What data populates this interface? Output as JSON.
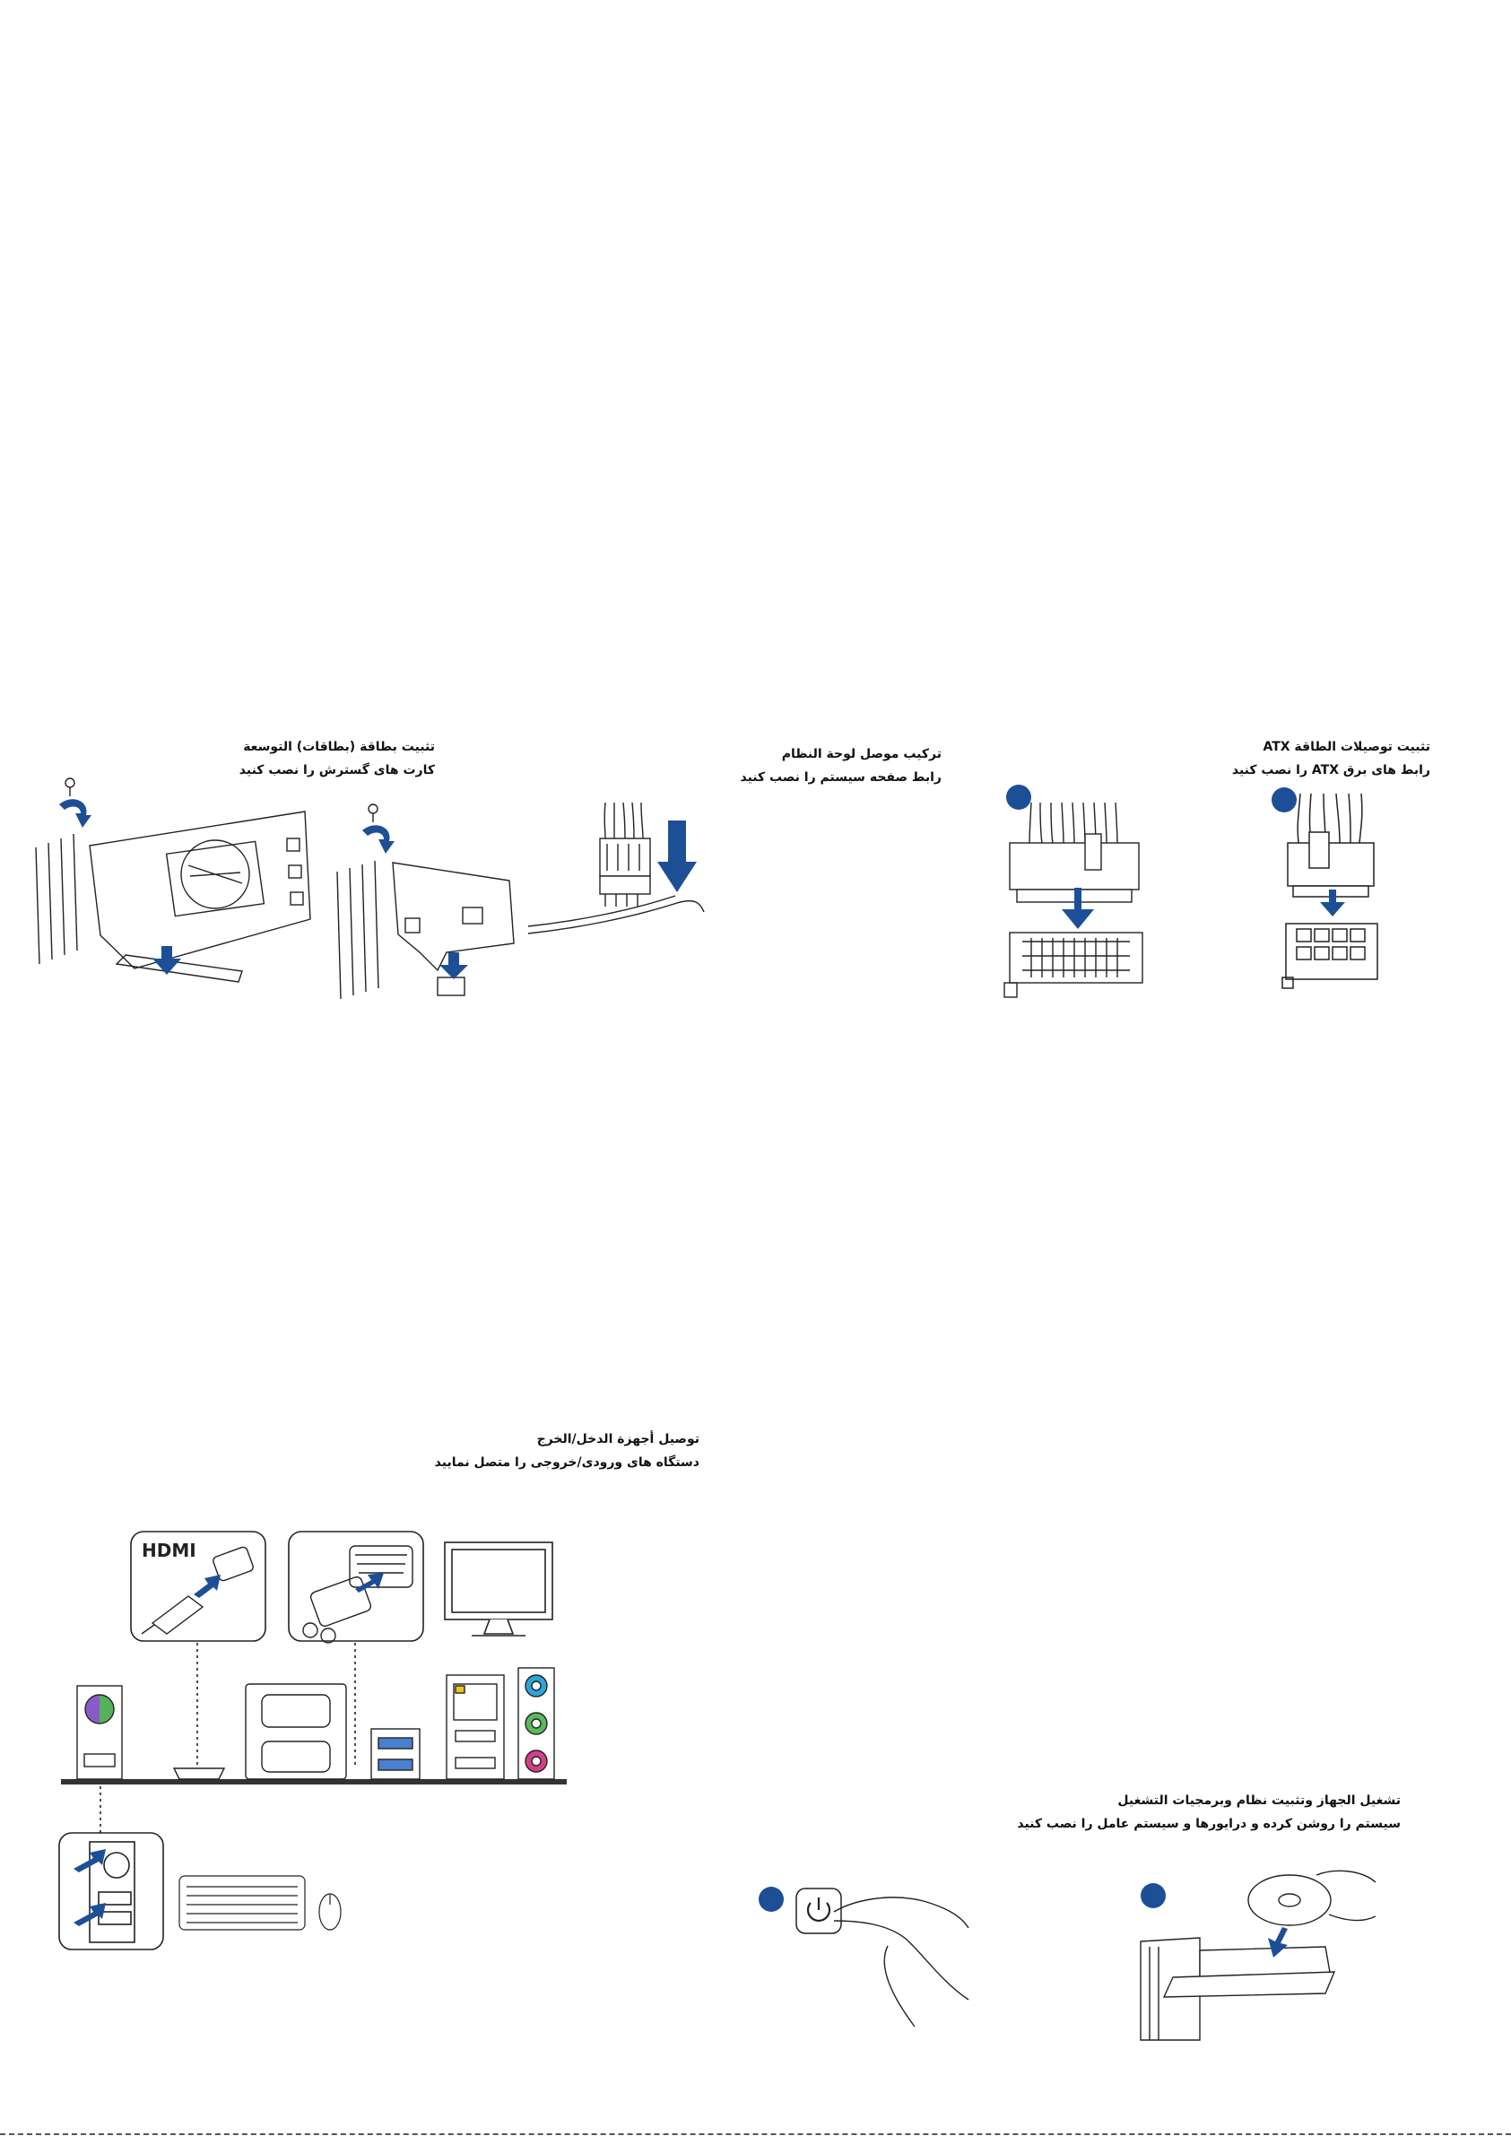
{
  "sections": {
    "atx_power": {
      "title": "تثبيت توصيلات الطاقة ATX",
      "subtitle": "رابط های برق ATX را نصب کنید"
    },
    "panel_connector": {
      "title": "تركيب موصل لوحة النظام",
      "subtitle": "رابط صفحه سیستم را نصب کنید"
    },
    "expansion_cards": {
      "title": "تثبيت بطاقة (بطاقات) التوسعة",
      "subtitle": "کارت های گسترش را نصب کنید"
    },
    "io_devices": {
      "title": "توصيل أجهزة الدخل/الخرج",
      "subtitle": "دستگاه های ورودی/خروجی را متصل نمایید",
      "hdmi_logo": "HDMI"
    },
    "power_on": {
      "title": "تشغيل الجهاز وتثبيت نظام وبرمجيات التشغيل",
      "subtitle": "سیستم را روشن کرده و درایورها و سیستم عامل را نصب کنید"
    }
  },
  "colors": {
    "accent_blue": "#1d4f96",
    "line": "#333333",
    "audio_blue": "#2aa7d8",
    "audio_green": "#5cb85c",
    "audio_pink": "#d43f8d",
    "ps2_purple": "#8a5ac8",
    "ps2_green": "#54b05a",
    "lan_yellow": "#f0c419"
  },
  "icons": [
    "power-icon",
    "screw-icon",
    "down-arrow-icon"
  ]
}
